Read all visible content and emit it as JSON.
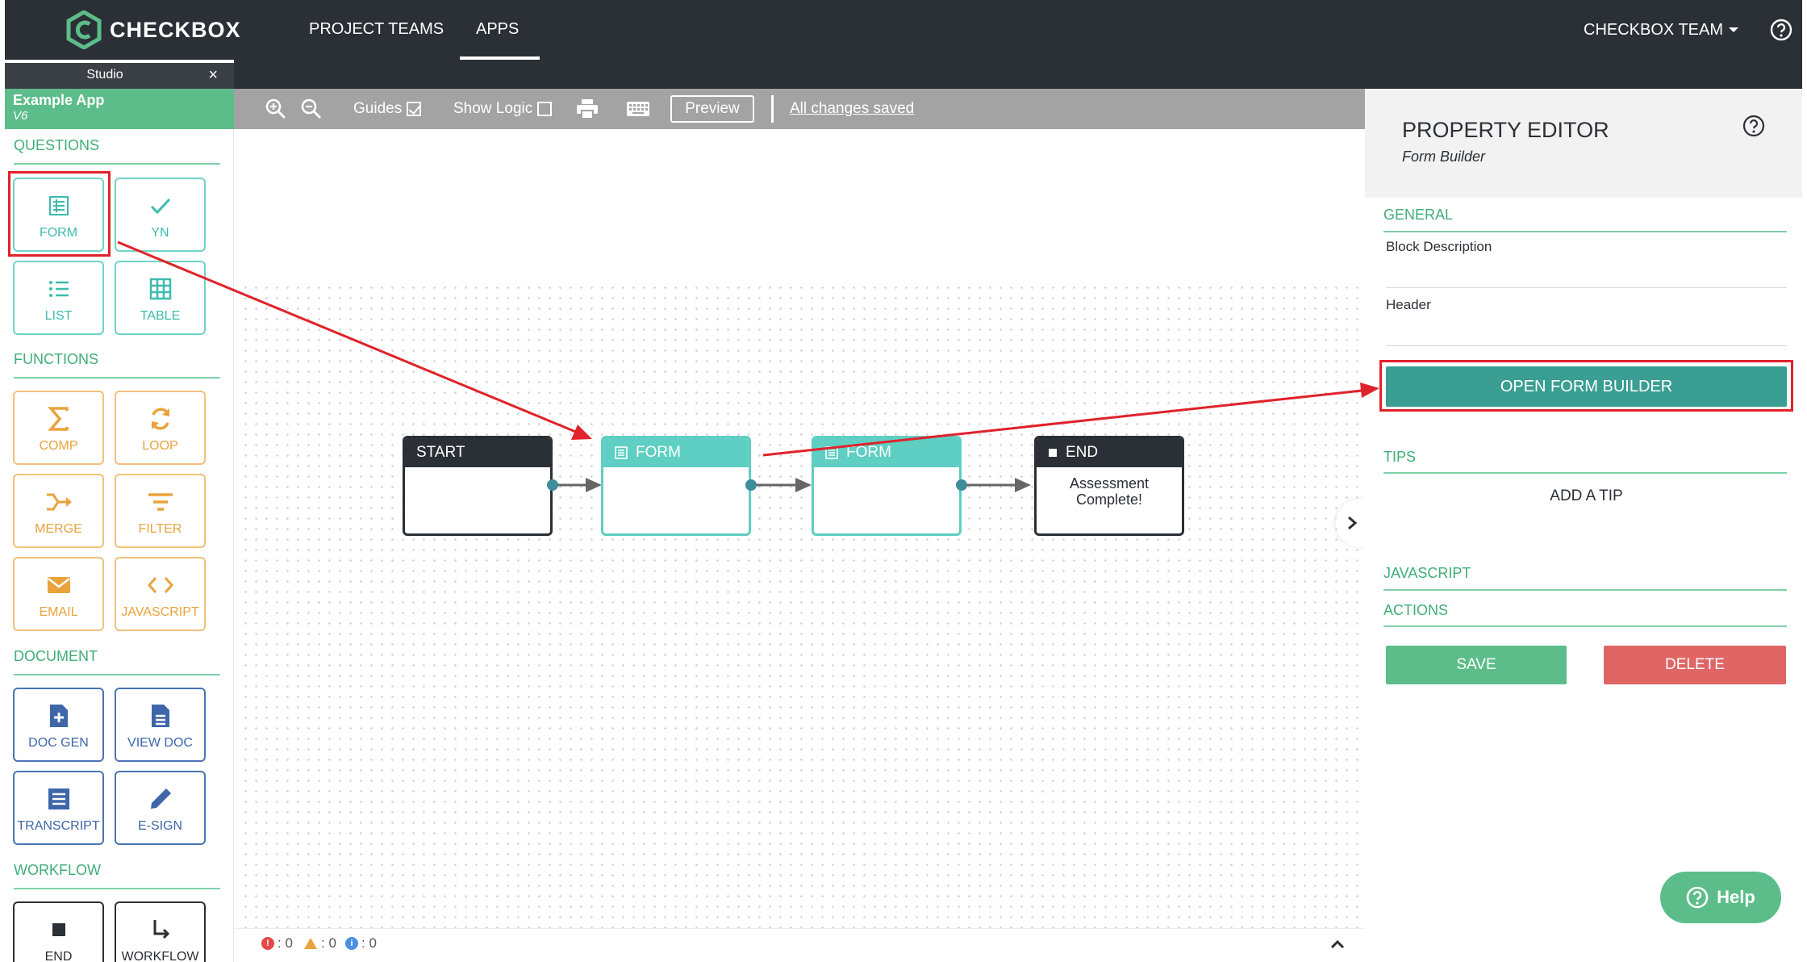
{
  "topbar": {
    "brand": "CHECKBOX",
    "nav": [
      "PROJECT TEAMS",
      "APPS"
    ],
    "team": "CHECKBOX TEAM"
  },
  "studio": {
    "title": "Studio",
    "close": "×"
  },
  "app": {
    "name": "Example App",
    "version": "V6"
  },
  "sidebar": {
    "questions": {
      "title": "QUESTIONS",
      "items": [
        "FORM",
        "YN",
        "LIST",
        "TABLE"
      ]
    },
    "functions": {
      "title": "FUNCTIONS",
      "items": [
        "COMP",
        "LOOP",
        "MERGE",
        "FILTER",
        "EMAIL",
        "JAVASCRIPT"
      ]
    },
    "document": {
      "title": "DOCUMENT",
      "items": [
        "DOC GEN",
        "VIEW DOC",
        "TRANSCRIPT",
        "E-SIGN"
      ]
    },
    "workflow": {
      "title": "WORKFLOW",
      "items": [
        "END",
        "WORKFLOW"
      ]
    }
  },
  "toolbar": {
    "guides": "Guides",
    "guides_checked": true,
    "show_logic": "Show Logic",
    "show_logic_checked": false,
    "preview": "Preview",
    "status": "All changes saved"
  },
  "flow": {
    "start": "START",
    "form1": "FORM",
    "form2": "FORM",
    "end": "END",
    "end_text": "Assessment Complete!"
  },
  "statusbar": {
    "errors": ": 0",
    "warnings": ": 0",
    "info": ": 0"
  },
  "property_editor": {
    "title": "PROPERTY EDITOR",
    "subtitle": "Form Builder",
    "general": "GENERAL",
    "block_description": "Block Description",
    "header": "Header",
    "open_form_builder": "OPEN FORM BUILDER",
    "tips": "TIPS",
    "add_tip": "ADD A TIP",
    "javascript": "JAVASCRIPT",
    "actions": "ACTIONS",
    "save": "SAVE",
    "delete": "DELETE"
  },
  "help_button": "Help",
  "colors": {
    "dark": "#2b2f36",
    "green": "#5cbd8a",
    "teal": "#5ecfc2",
    "orange": "#e9a33c",
    "blue": "#3e66a8",
    "red_annotation": "#e0222a",
    "delete_red": "#e06565"
  }
}
